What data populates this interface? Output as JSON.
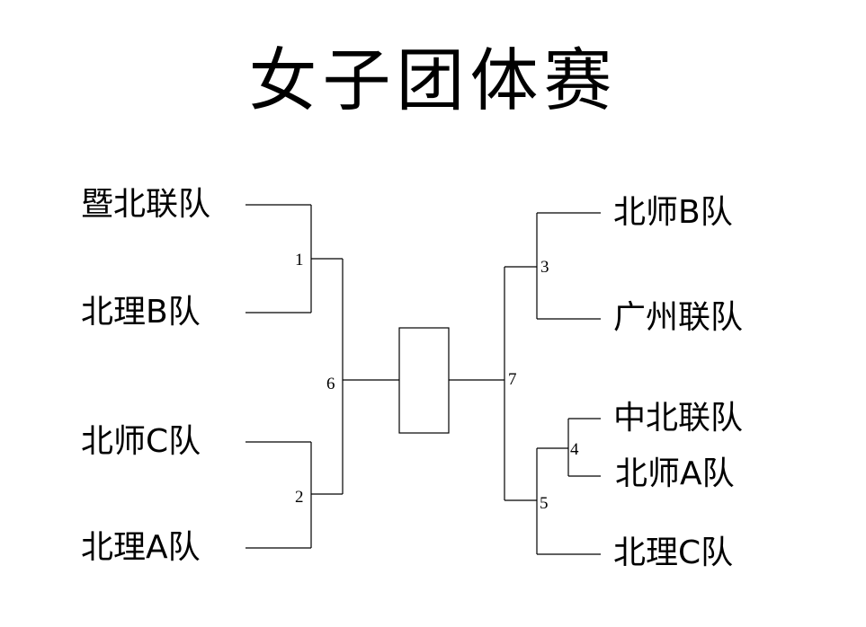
{
  "title": "女子团体赛",
  "left_teams": [
    "暨北联队",
    "北理B队",
    "北师C队",
    "北理A队"
  ],
  "right_teams": [
    "北师B队",
    "广州联队",
    "中北联队",
    "北师A队",
    "北理C队"
  ],
  "match_numbers": [
    "1",
    "2",
    "3",
    "4",
    "5",
    "6",
    "7"
  ]
}
